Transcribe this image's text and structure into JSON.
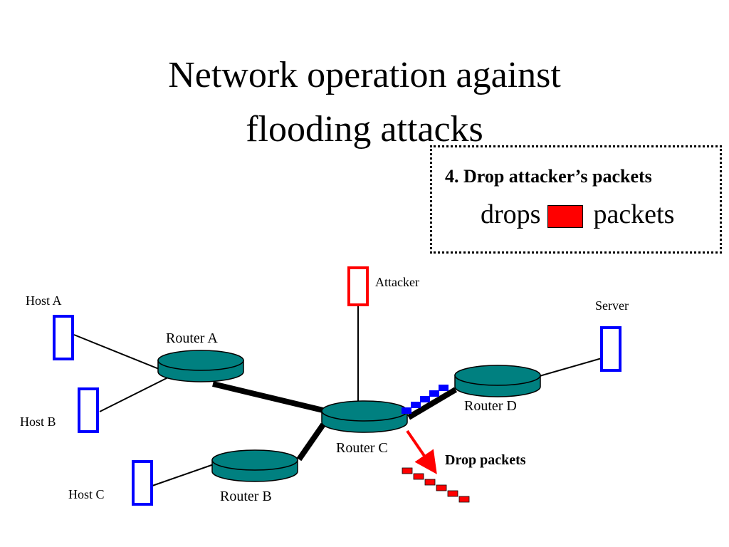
{
  "title": {
    "line1": "Network operation against",
    "line2": "flooding attacks"
  },
  "callout": {
    "heading": "4. Drop attacker’s packets",
    "text_before": "drops",
    "text_after": "packets",
    "swatch_color": "#ff0000"
  },
  "nodes": {
    "host_a": "Host A",
    "host_b": "Host B",
    "host_c": "Host C",
    "attacker": "Attacker",
    "server": "Server",
    "router_a": "Router A",
    "router_b": "Router B",
    "router_c": "Router C",
    "router_d": "Router D"
  },
  "annotations": {
    "drop_packets": "Drop packets"
  },
  "colors": {
    "host": "#0000ff",
    "attacker": "#ff0000",
    "router": "#008080",
    "legit_packet": "#0000ff",
    "attack_packet": "#ff0000",
    "arrow": "#ff0000"
  }
}
